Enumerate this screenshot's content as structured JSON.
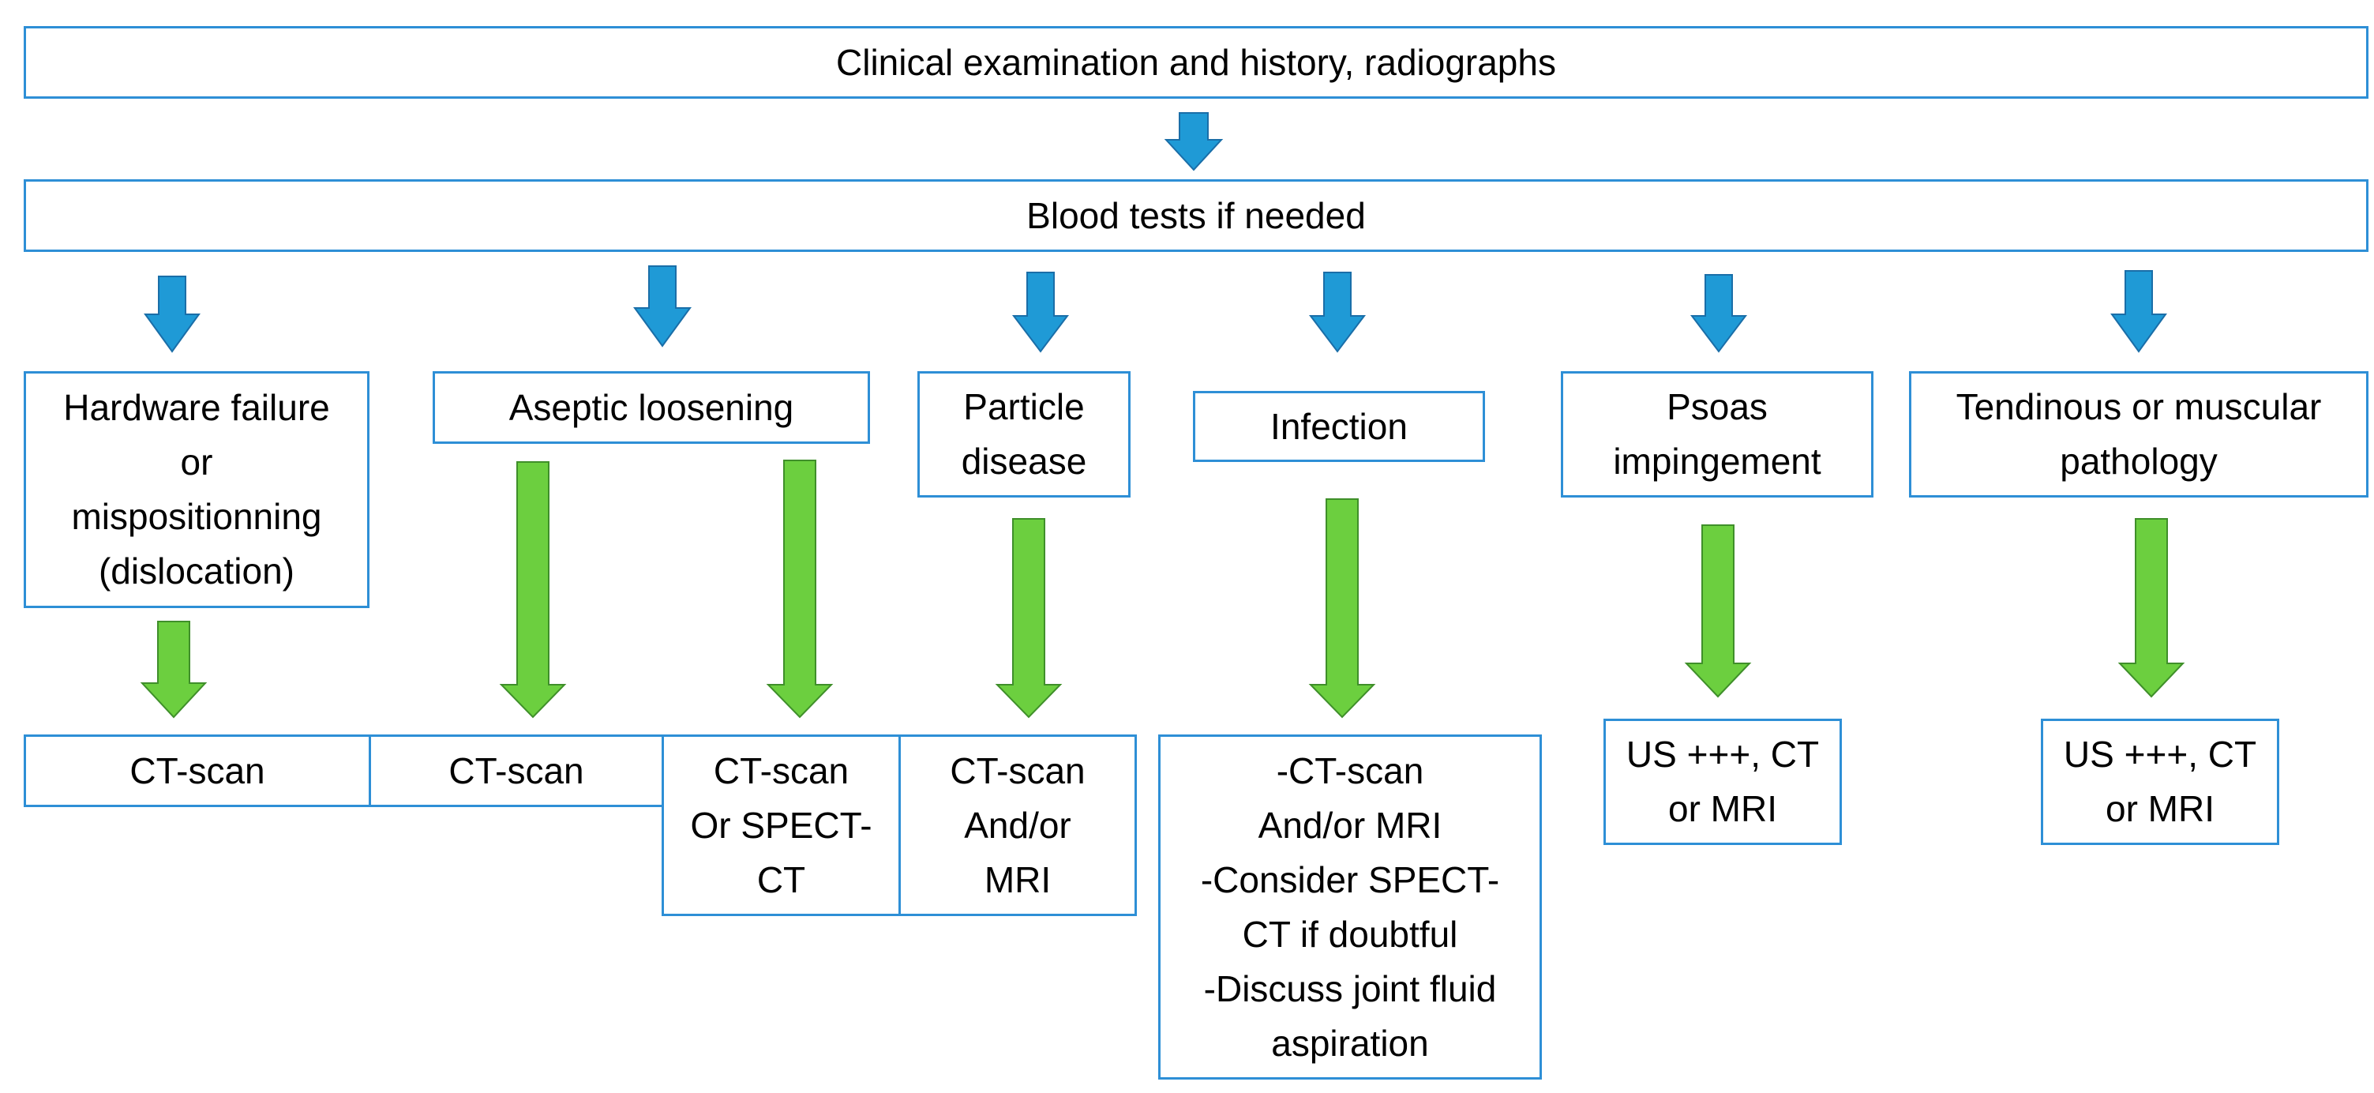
{
  "top": {
    "clinical": "Clinical examination and history, radiographs",
    "blood": "Blood tests if needed"
  },
  "categories": [
    {
      "key": "hardware",
      "label": "Hardware failure\nor\nmispositionning\n(dislocation)"
    },
    {
      "key": "aseptic",
      "label": "Aseptic loosening"
    },
    {
      "key": "particle",
      "label": "Particle\ndisease"
    },
    {
      "key": "infection",
      "label": "Infection"
    },
    {
      "key": "psoas",
      "label": "Psoas\nimpingement"
    },
    {
      "key": "tendinous",
      "label": "Tendinous or muscular\npathology"
    }
  ],
  "outcomes": [
    {
      "key": "hardware-ct",
      "label": "CT-scan"
    },
    {
      "key": "aseptic-ct",
      "label": "CT-scan"
    },
    {
      "key": "aseptic-spect",
      "label": "CT-scan\nOr SPECT-\nCT"
    },
    {
      "key": "particle-ct",
      "label": "CT-scan\nAnd/or\nMRI"
    },
    {
      "key": "infection",
      "label": "-CT-scan\nAnd/or MRI\n-Consider SPECT-\nCT if doubtful\n-Discuss joint fluid\naspiration"
    },
    {
      "key": "psoas",
      "label": "US +++, CT\nor MRI"
    },
    {
      "key": "tendinous",
      "label": "US +++, CT\nor MRI"
    }
  ],
  "colors": {
    "box_border": "#2e8fd6",
    "blue_arrow": "#1f9ad6",
    "green_arrow": "#6ccf3f"
  }
}
